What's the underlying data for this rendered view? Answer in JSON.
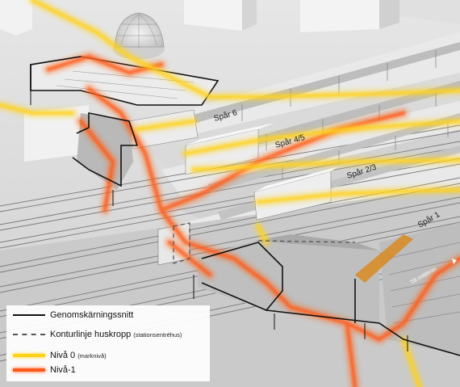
{
  "track_labels": [
    "Spår 6",
    "Spår 4/5",
    "Spår 2/3",
    "Spår 1"
  ],
  "direction_label": "Till mittbron",
  "legend": {
    "items": [
      {
        "label": "Genomskärningssnitt",
        "note": "",
        "color": "#111111",
        "style": "solid"
      },
      {
        "label": "Konturlinje huskropp",
        "note": "(stationsentréhus)",
        "color": "#555555",
        "style": "dashed"
      },
      {
        "label": "Nivå 0",
        "note": "(marknivå)",
        "color": "#ffd21a",
        "style": "solid"
      },
      {
        "label": "Nivå-1",
        "note": "",
        "color": "#ff5a1a",
        "style": "solid"
      }
    ]
  },
  "colors": {
    "level0": "#ffd21a",
    "level_minus1": "#ff5a1a",
    "section_line": "#111111",
    "contour_line": "#555555"
  }
}
